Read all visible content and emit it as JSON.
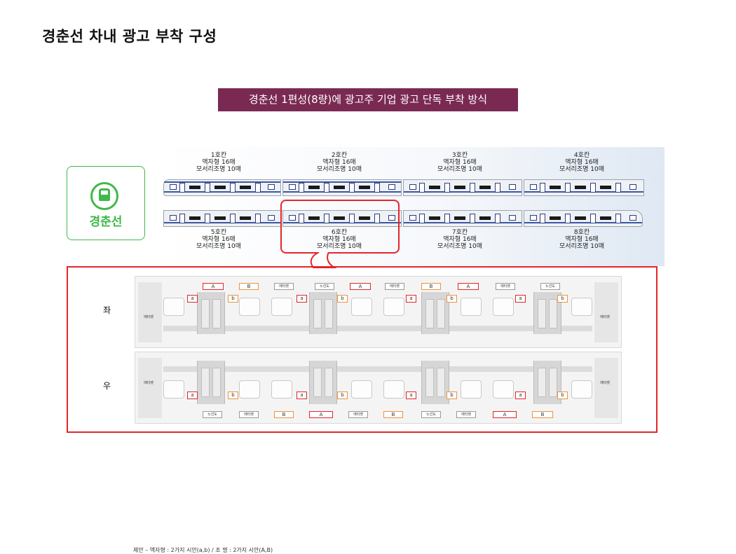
{
  "page": {
    "title": "경춘선 차내 광고 부착 구성"
  },
  "banner": {
    "text": "경춘선 1편성(8량)에 광고주 기업 광고 단독 부착 방식"
  },
  "logo": {
    "name": "경춘선",
    "icon": "train-icon",
    "color": "#3fb94a"
  },
  "cars": [
    {
      "name": "1호칸",
      "line1": "액자형 16매",
      "line2": "모서리조명 10매"
    },
    {
      "name": "2호칸",
      "line1": "액자형 16매",
      "line2": "모서리조명 10매"
    },
    {
      "name": "3호칸",
      "line1": "액자형 16매",
      "line2": "모서리조명 10매"
    },
    {
      "name": "4호칸",
      "line1": "액자형 16매",
      "line2": "모서리조명 10매"
    },
    {
      "name": "5호칸",
      "line1": "액자형 16매",
      "line2": "모서리조명 10매"
    },
    {
      "name": "6호칸",
      "line1": "액자형 16매",
      "line2": "모서리조명 10매"
    },
    {
      "name": "7호칸",
      "line1": "액자형 16매",
      "line2": "모서리조명 10매"
    },
    {
      "name": "8호칸",
      "line1": "액자형 16매",
      "line2": "모서리조명 10매"
    }
  ],
  "sides": {
    "left": "좌",
    "right": "우"
  },
  "ads": {
    "upper_A": "A",
    "upper_B": "B",
    "lower_a": "a",
    "lower_b": "b",
    "etc": "에티켓",
    "route": "노선도"
  },
  "footnote": "제안 – 액자형 : 2가지 시안(a,b)  /  조    명 : 2가지 시안(A,B)",
  "colors": {
    "accent": "#e3262b",
    "banner": "#7a2a52",
    "orange": "#f0923a",
    "brand_green": "#3fb94a"
  }
}
